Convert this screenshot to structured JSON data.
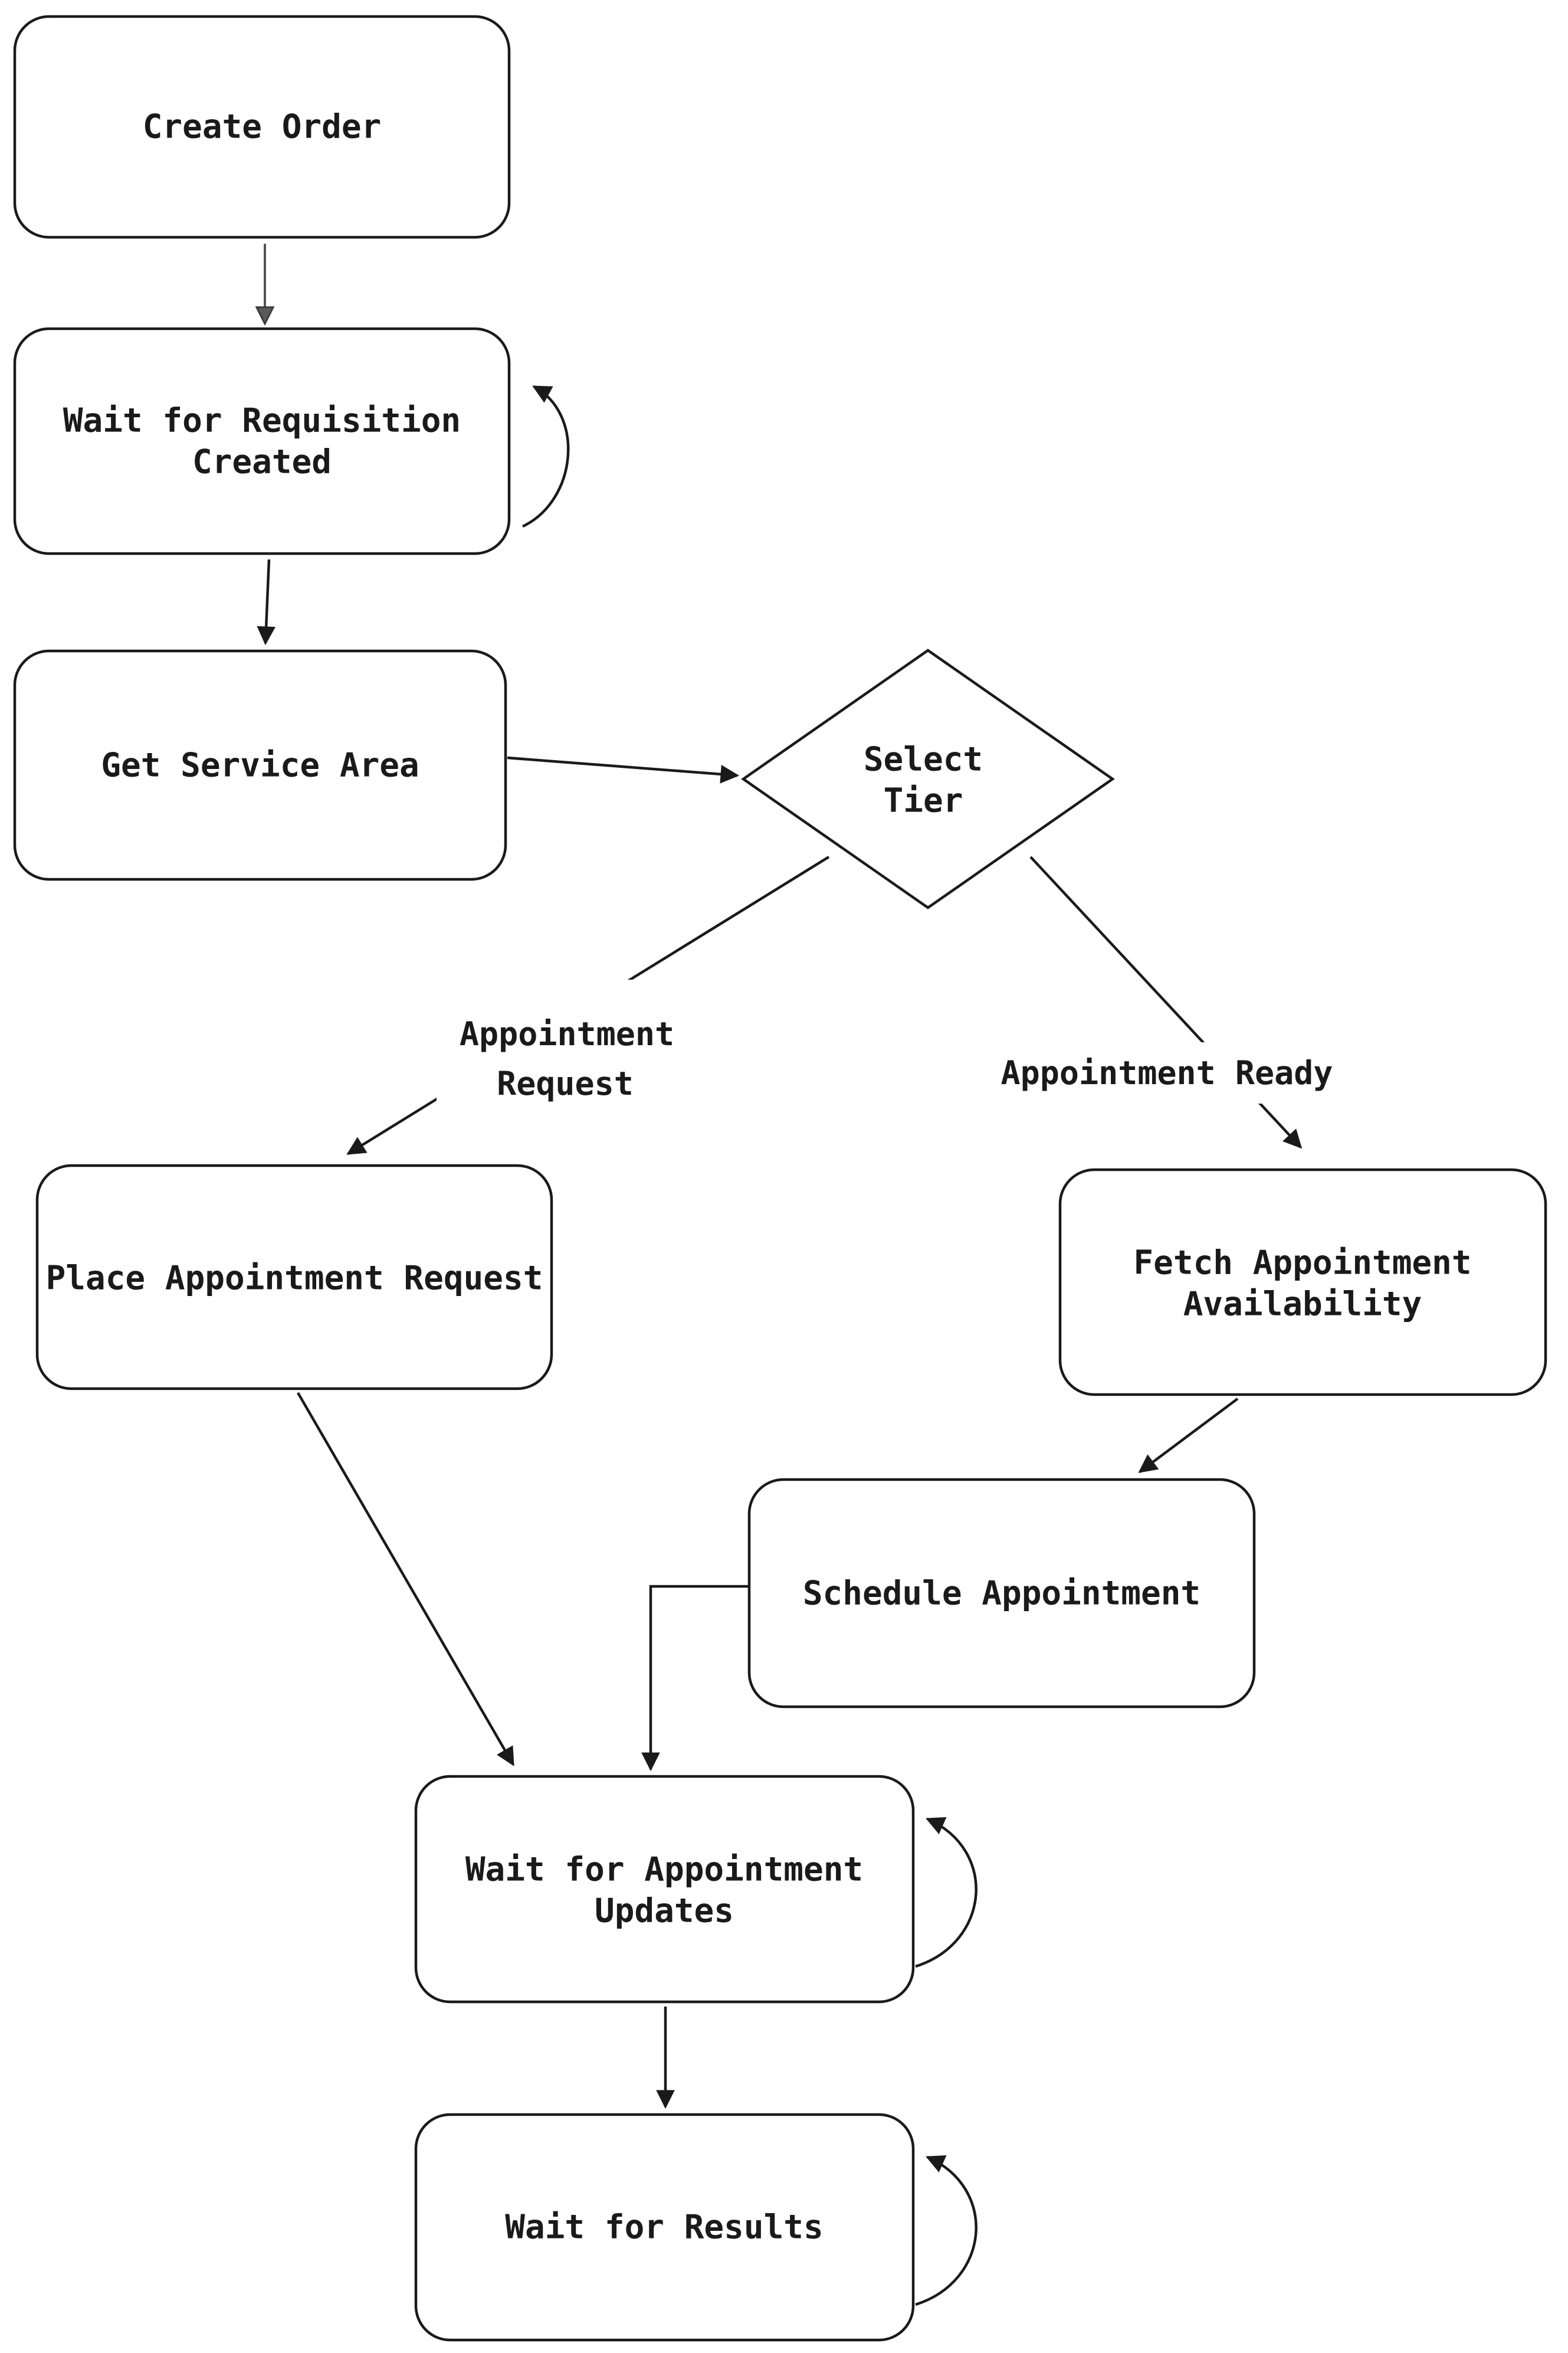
{
  "diagram": {
    "type": "flowchart",
    "nodes": {
      "create_order": {
        "label": "Create Order"
      },
      "wait_requisition": {
        "lines": [
          "Wait for Requisition",
          "Created"
        ]
      },
      "get_service_area": {
        "label": "Get Service Area"
      },
      "select_tier": {
        "lines": [
          "Select",
          "Tier"
        ]
      },
      "place_appointment_request": {
        "label": "Place Appointment Request"
      },
      "fetch_appointment_availability": {
        "lines": [
          "Fetch Appointment",
          "Availability"
        ]
      },
      "schedule_appointment": {
        "label": "Schedule Appointment"
      },
      "wait_appointment_updates": {
        "lines": [
          "Wait for Appointment",
          "Updates"
        ]
      },
      "wait_results": {
        "label": "Wait for Results"
      }
    },
    "edge_labels": {
      "appointment_request": {
        "lines": [
          "Appointment",
          "Request"
        ]
      },
      "appointment_ready": {
        "label": "Appointment Ready"
      }
    },
    "colors": {
      "stroke": "#1a1a1a",
      "text": "#1a1a1a",
      "muted_arrow": "#4d4d4d",
      "node_fill": "#ffffff",
      "background": "#ffffff"
    }
  }
}
